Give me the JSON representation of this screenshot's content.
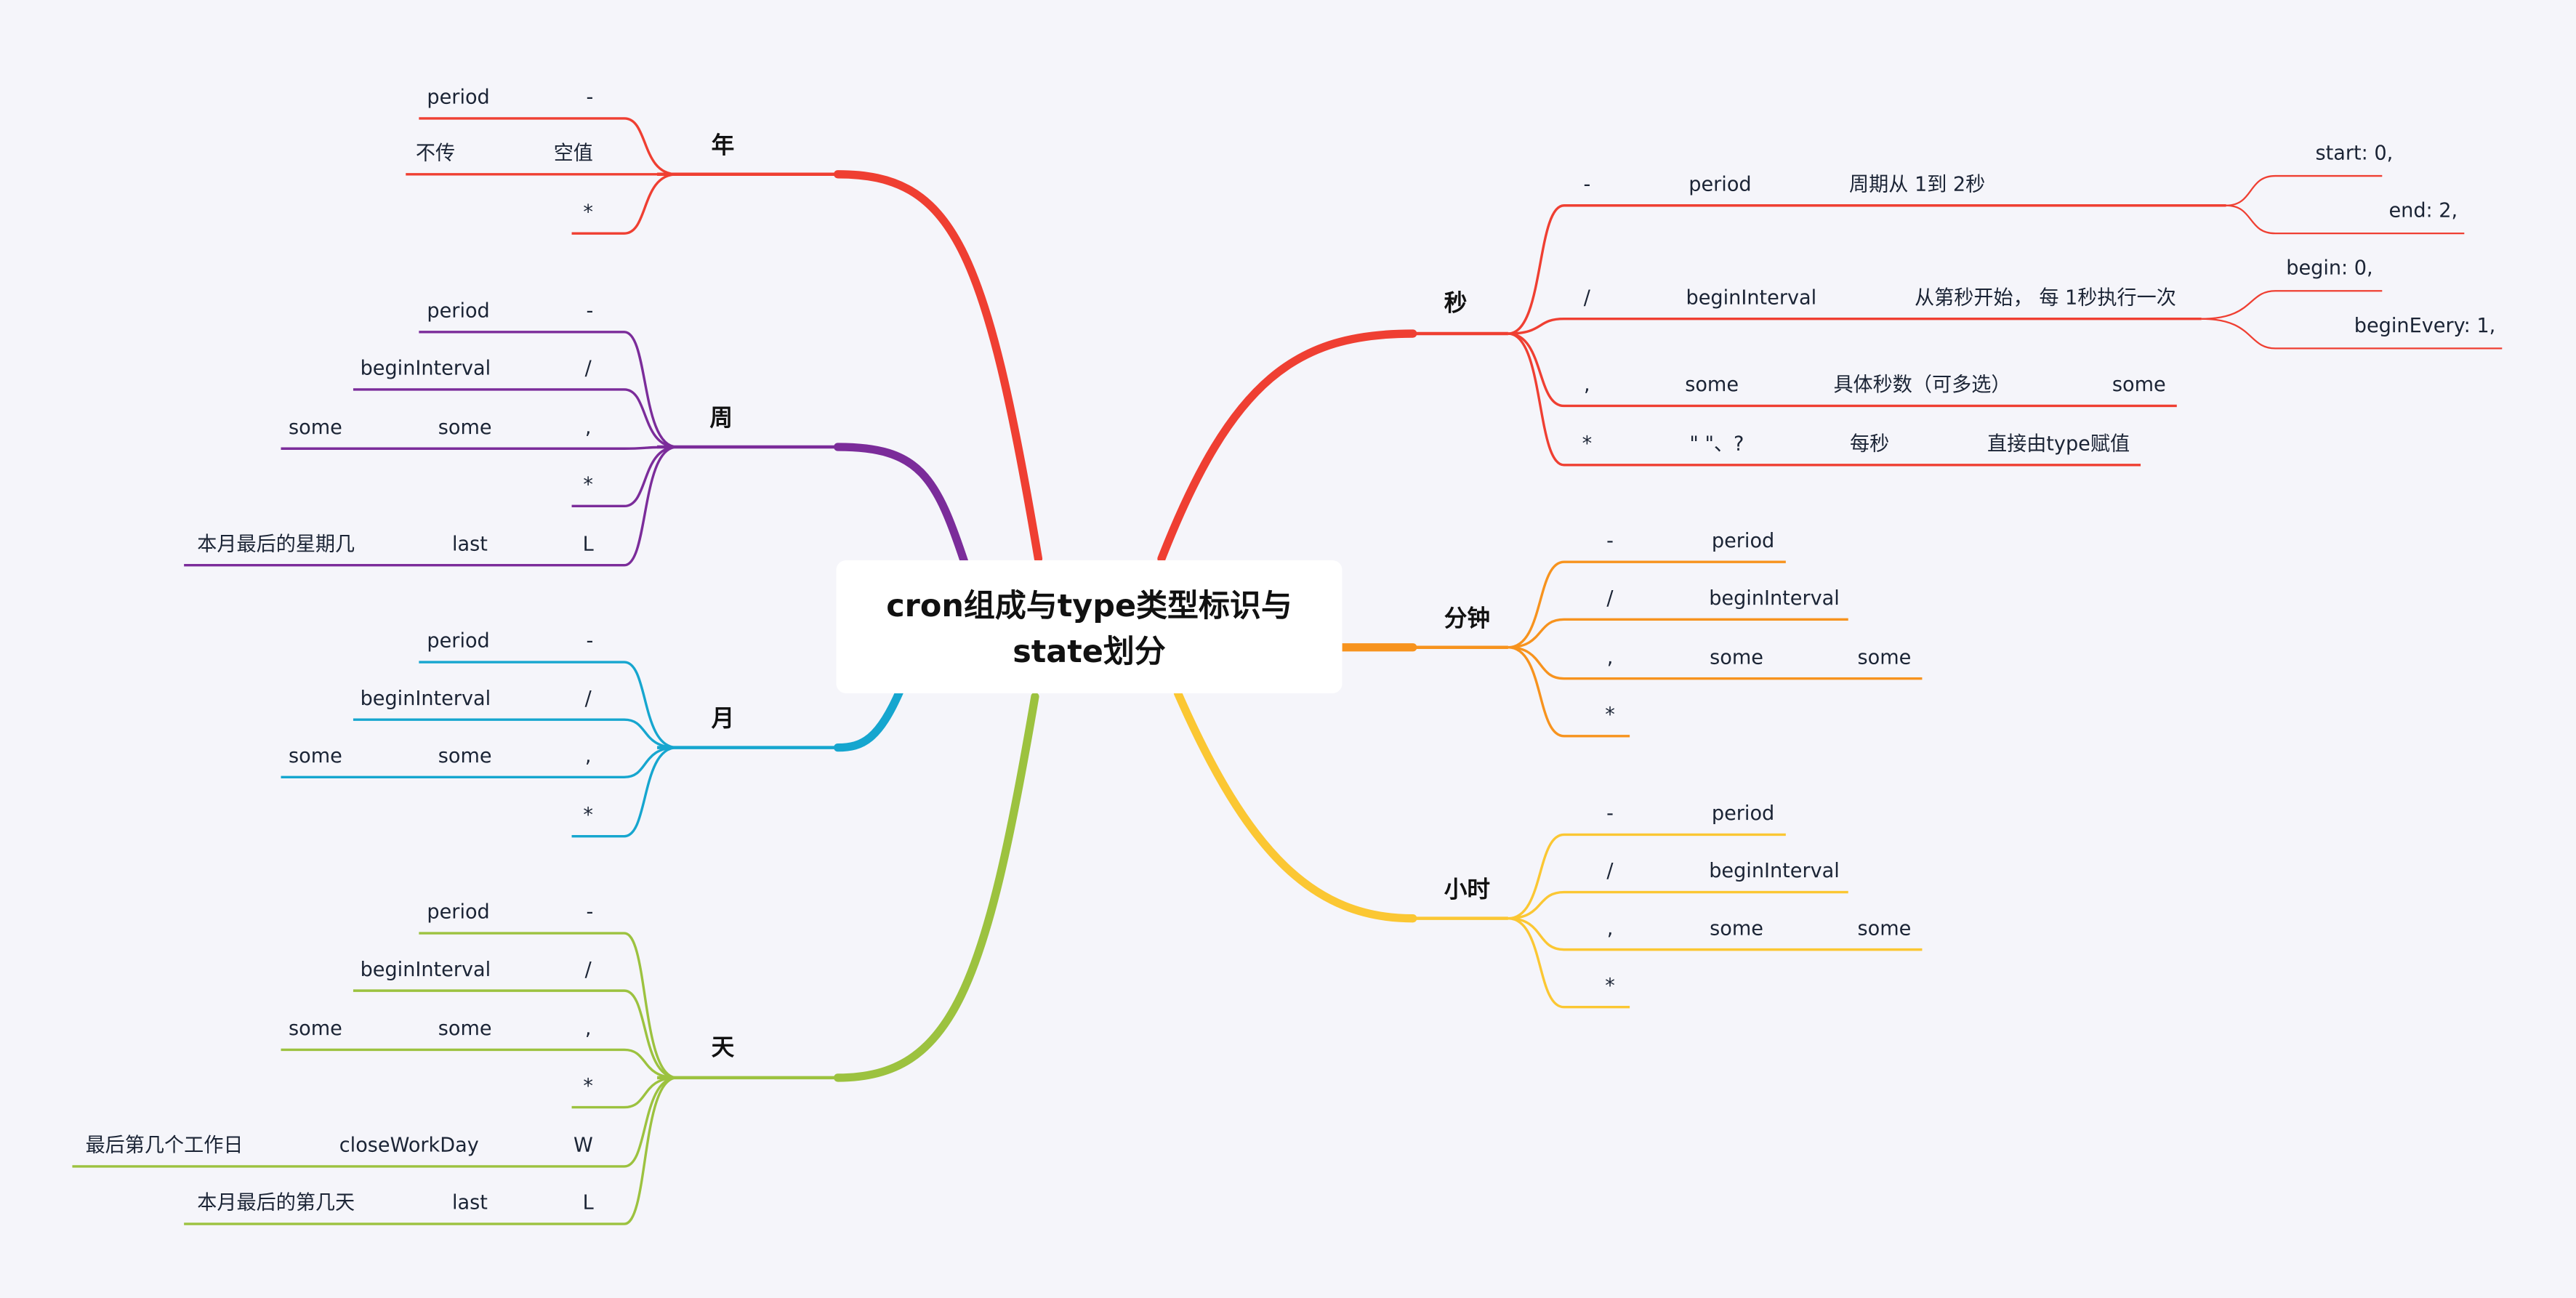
{
  "root": {
    "line1": "cron组成与type类型标识与",
    "line2": "state划分"
  },
  "branches": [
    {
      "id": "year",
      "label": "年",
      "color": "#ef3f32",
      "rows": [
        [
          "period",
          "-"
        ],
        [
          "不传",
          "空值"
        ],
        [
          "*"
        ]
      ]
    },
    {
      "id": "week",
      "label": "周",
      "color": "#7b2c9a",
      "rows": [
        [
          "period",
          "-"
        ],
        [
          "beginInterval",
          "/"
        ],
        [
          "some",
          "some",
          ","
        ],
        [
          "*"
        ],
        [
          "本月最后的星期几",
          "last",
          "L"
        ]
      ]
    },
    {
      "id": "month",
      "label": "月",
      "color": "#16a6cf",
      "rows": [
        [
          "period",
          "-"
        ],
        [
          "beginInterval",
          "/"
        ],
        [
          "some",
          "some",
          ","
        ],
        [
          "*"
        ]
      ]
    },
    {
      "id": "day",
      "label": "天",
      "color": "#9cc23f",
      "rows": [
        [
          "period",
          "-"
        ],
        [
          "beginInterval",
          "/"
        ],
        [
          "some",
          "some",
          ","
        ],
        [
          "*"
        ],
        [
          "最后第几个工作日",
          "closeWorkDay",
          "W"
        ],
        [
          "本月最后的第几天",
          "last",
          "L"
        ]
      ]
    },
    {
      "id": "second",
      "label": "秒",
      "color": "#ef3f32",
      "rows": [
        {
          "cells": [
            "-",
            "period",
            "周期从  1到 2秒"
          ],
          "subs": [
            "start: 0,",
            "end: 2,"
          ]
        },
        {
          "cells": [
            "/",
            "beginInterval",
            "从第秒开始，  每  1秒执行一次"
          ],
          "subs": [
            "begin: 0,",
            "beginEvery: 1,"
          ]
        },
        {
          "cells": [
            ",",
            "some",
            "具体秒数（可多选）",
            "some"
          ]
        },
        {
          "cells": [
            "*",
            "\" \"、?",
            "每秒",
            "直接由type赋值"
          ]
        }
      ]
    },
    {
      "id": "minute",
      "label": "分钟",
      "color": "#f7931e",
      "rows": [
        {
          "cells": [
            "-",
            "period"
          ]
        },
        {
          "cells": [
            "/",
            "beginInterval"
          ]
        },
        {
          "cells": [
            ",",
            "some",
            "some"
          ]
        },
        {
          "cells": [
            "*"
          ]
        }
      ]
    },
    {
      "id": "hour",
      "label": "小时",
      "color": "#fbc733",
      "rows": [
        {
          "cells": [
            "-",
            "period"
          ]
        },
        {
          "cells": [
            "/",
            "beginInterval"
          ]
        },
        {
          "cells": [
            ",",
            "some",
            "some"
          ]
        },
        {
          "cells": [
            "*"
          ]
        }
      ]
    }
  ]
}
